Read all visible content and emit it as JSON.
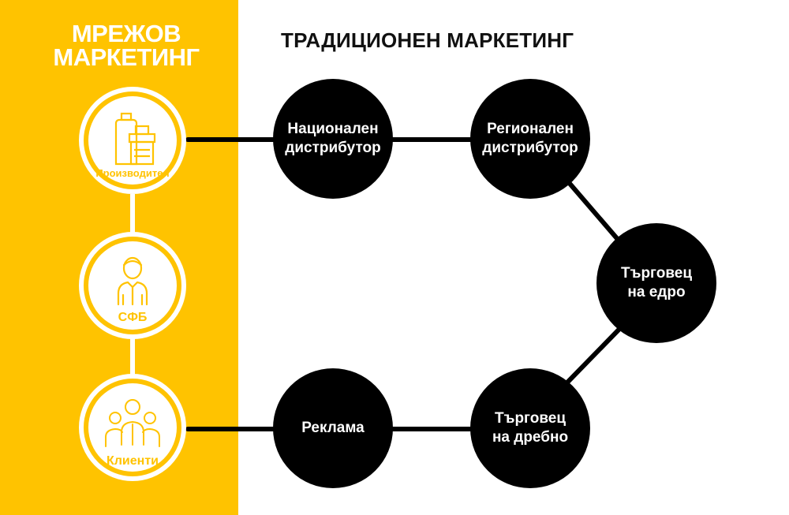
{
  "mlm": {
    "title_line1": "МРЕЖОВ",
    "title_line2": "МАРКЕТИНГ",
    "nodes": [
      {
        "label": "Производител",
        "icon": "products-icon"
      },
      {
        "label": "СФБ",
        "icon": "person-icon"
      },
      {
        "label": "Клиенти",
        "icon": "group-icon"
      }
    ]
  },
  "traditional": {
    "title": "ТРАДИЦИОНЕН МАРКЕТИНГ",
    "nodes": [
      {
        "label_line1": "Национален",
        "label_line2": "дистрибутор"
      },
      {
        "label_line1": "Регионален",
        "label_line2": "дистрибутор"
      },
      {
        "label_line1": "Търговец",
        "label_line2": "на едро"
      },
      {
        "label_line1": "Търговец",
        "label_line2": "на дребно"
      },
      {
        "label_line1": "Реклама",
        "label_line2": ""
      }
    ]
  },
  "colors": {
    "accent": "#FFC300",
    "node": "#000000",
    "background": "#FFFFFF"
  }
}
